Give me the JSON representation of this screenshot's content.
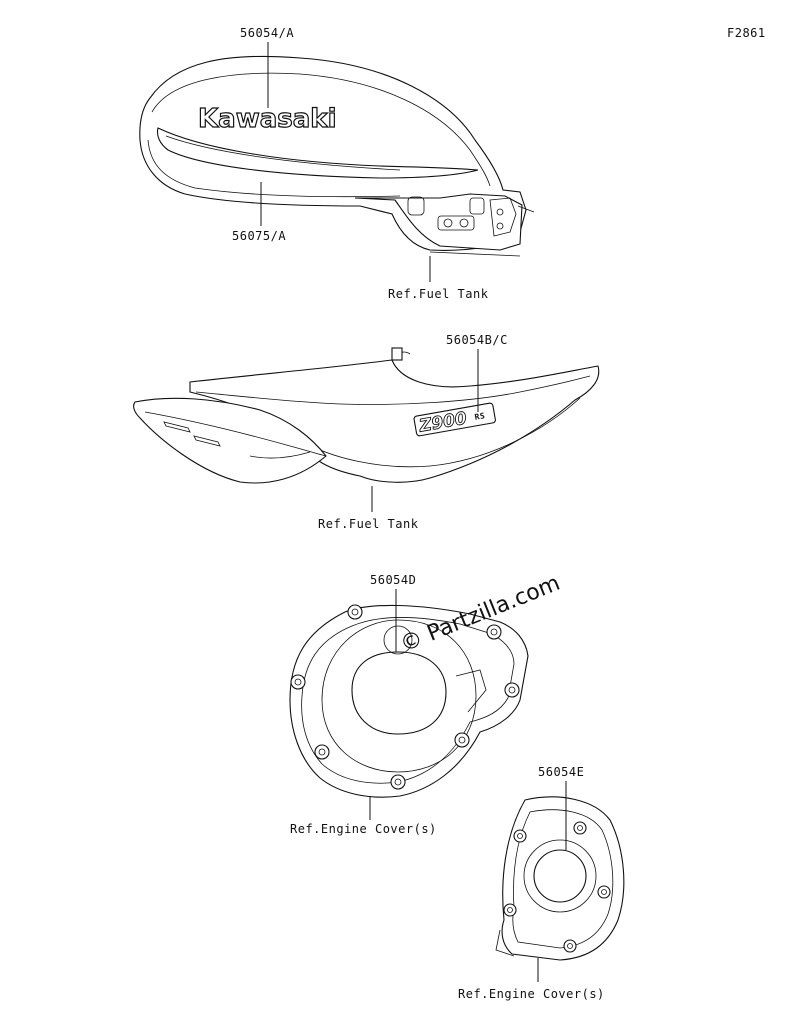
{
  "figure_code": "F2861",
  "callouts": {
    "tank_logo_decal": "56054/A",
    "tank_stripe_decal": "56075/A",
    "side_cover_emblem": "56054B/C",
    "generator_cover_decal": "56054D",
    "clutch_cover_decal": "56054E"
  },
  "references": {
    "fuel_tank_1": "Ref.Fuel Tank",
    "fuel_tank_2": "Ref.Fuel Tank",
    "engine_cover_1": "Ref.Engine Cover(s)",
    "engine_cover_2": "Ref.Engine Cover(s)"
  },
  "artwork_text": {
    "tank_logo": "Kawasaki",
    "side_emblem": "Z900",
    "side_emblem_suffix": "RS"
  },
  "watermark": "© Partzilla.com"
}
